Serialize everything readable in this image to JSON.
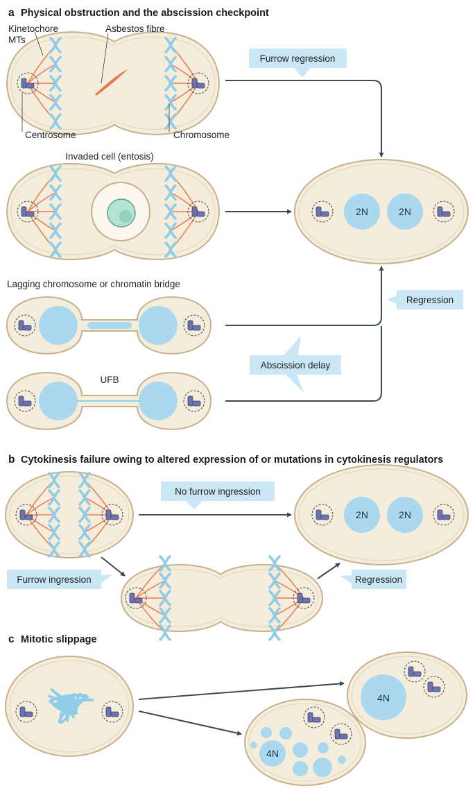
{
  "colors": {
    "cell_fill": "#f5eddc",
    "cell_outline": "#c7b08c",
    "nucleus": "#a9d8ef",
    "microtubule": "#ee7748",
    "chromosome": "#8fcce8",
    "centrosome": "#6d74ad",
    "callout_bg": "#cbe7f5",
    "arrow": "#3a4a56"
  },
  "panel_a": {
    "letter": "a",
    "title": "Physical obstruction and the abscission checkpoint",
    "labels": {
      "kinetochore": "Kinetochore",
      "mts": "MTs",
      "asbestos": "Asbestos fibre",
      "centrosome": "Centrosome",
      "chromosome": "Chromosome",
      "invaded": "Invaded cell (entosis)",
      "lagging": "Lagging chromosome or chromatin bridge",
      "ufb": "UFB"
    },
    "callouts": {
      "furrow_regression": "Furrow regression",
      "regression": "Regression",
      "abscission_delay": "Abscission delay"
    },
    "result_nuclei": [
      "2N",
      "2N"
    ]
  },
  "panel_b": {
    "letter": "b",
    "title": "Cytokinesis failure owing to altered expression of or mutations in cytokinesis regulators",
    "callouts": {
      "no_furrow": "No furrow ingression",
      "furrow_ingression": "Furrow ingression",
      "regression": "Regression"
    },
    "result_nuclei": [
      "2N",
      "2N"
    ]
  },
  "panel_c": {
    "letter": "c",
    "title": "Mitotic slippage",
    "result_nuclei": [
      "4N",
      "4N"
    ]
  }
}
